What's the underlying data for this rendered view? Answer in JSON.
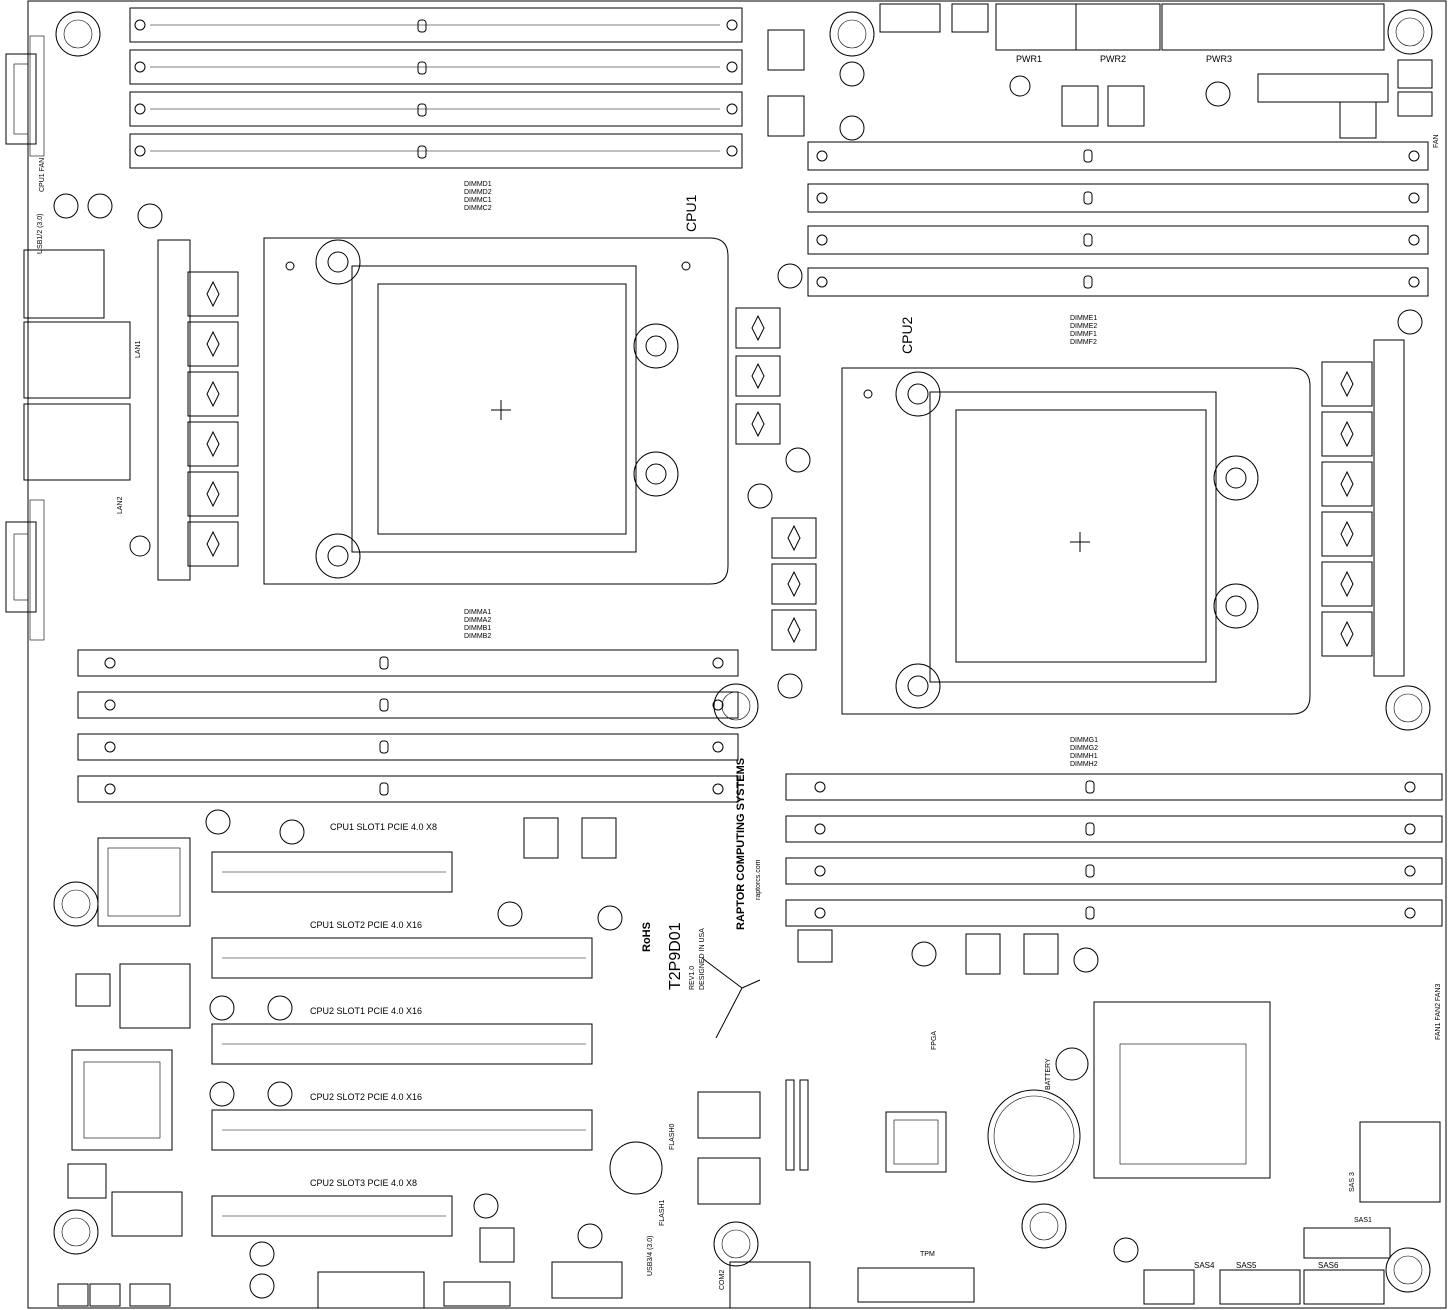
{
  "cpus": [
    "CPU1",
    "CPU2"
  ],
  "dimm_groups": {
    "cpu1_top": [
      "DIMMD1",
      "DIMMD2",
      "DIMMC1",
      "DIMMC2"
    ],
    "cpu1_bottom": [
      "DIMMA1",
      "DIMMA2",
      "DIMMB1",
      "DIMMB2"
    ],
    "cpu2_top": [
      "DIMME1",
      "DIMME2",
      "DIMMF1",
      "DIMMF2"
    ],
    "cpu2_bottom": [
      "DIMMG1",
      "DIMMG2",
      "DIMMH1",
      "DIMMH2"
    ]
  },
  "pcie_slots": [
    "CPU1 SLOT1 PCIE 4.0 X8",
    "CPU1 SLOT2 PCIE 4.0 X16",
    "CPU2 SLOT1 PCIE 4.0 X16",
    "CPU2 SLOT2 PCIE 4.0 X16",
    "CPU2 SLOT3 PCIE 4.0 X8"
  ],
  "power_connectors": [
    "PWR1",
    "PWR2",
    "PWR3"
  ],
  "fan_labels": [
    "CPU1 FAN",
    "FAN",
    "FAN1 FAN2 FAN3"
  ],
  "port_labels": {
    "lan1": "LAN1",
    "lan2": "LAN2",
    "usb12": "USB1/2 (3.0)",
    "usb34": "USB3/4 (3.0)"
  },
  "sas_labels": [
    "SAS1",
    "SAS 3",
    "SAS4",
    "SAS5",
    "SAS6"
  ],
  "misc_labels": {
    "battery": "BATTERY",
    "flash0": "FLASH0",
    "flash1": "FLASH1",
    "fpga": "FPGA",
    "tpm": "TPM",
    "com": "COM2"
  },
  "branding": {
    "board": "T2P9D01",
    "rev": "REV1.0",
    "made": "DESIGNED IN USA",
    "vendor": "RAPTOR COMPUTING SYSTEMS",
    "url": "raptorcs.com",
    "rohs": "RoHS"
  }
}
